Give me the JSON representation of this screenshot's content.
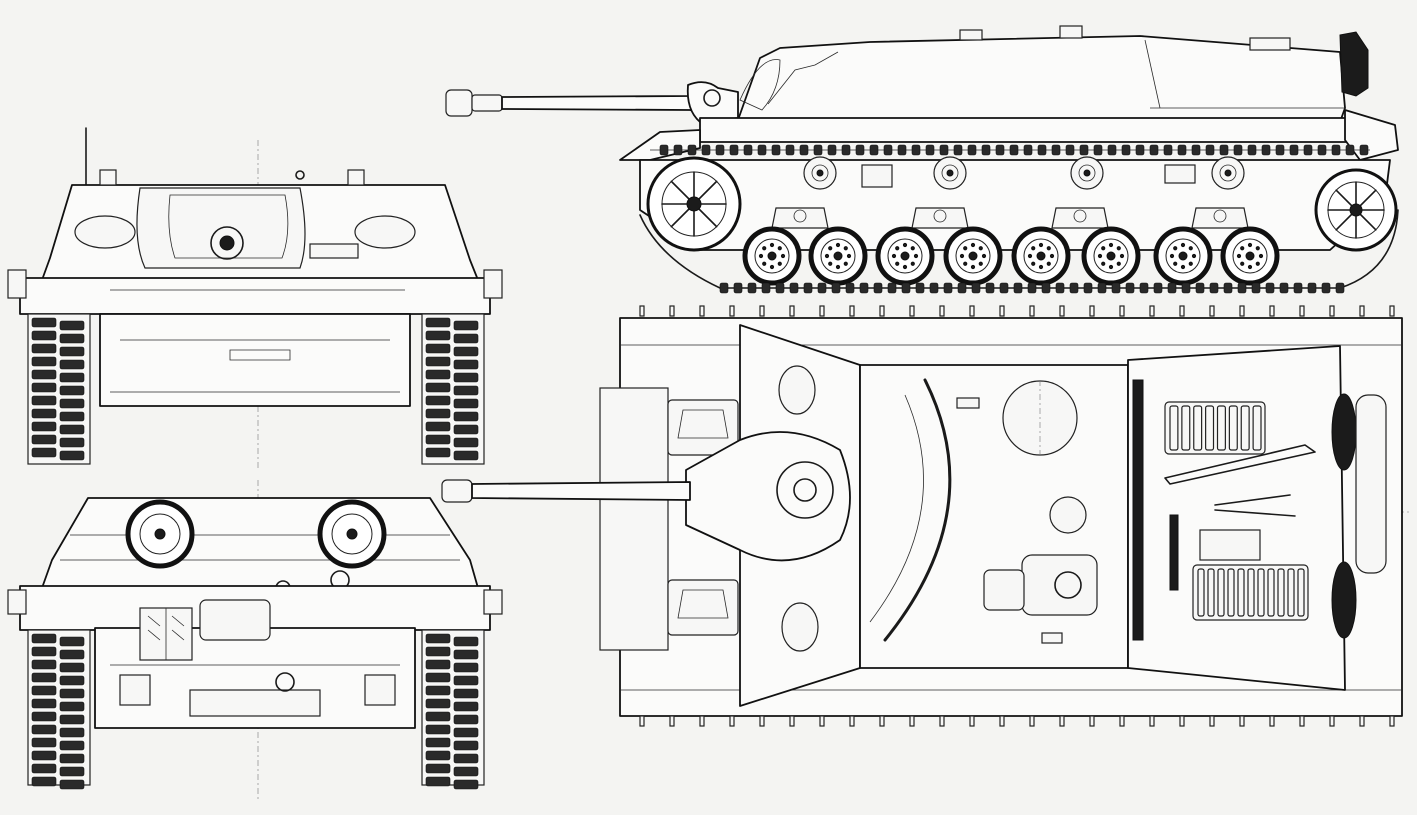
{
  "drawing": {
    "subject": "",
    "views": [
      "front-view",
      "rear-view",
      "side-view",
      "top-view"
    ]
  },
  "icons": {
    "road-wheel": "circle",
    "drive-sprocket": "spoked-circle",
    "idler": "spoked-circle"
  }
}
